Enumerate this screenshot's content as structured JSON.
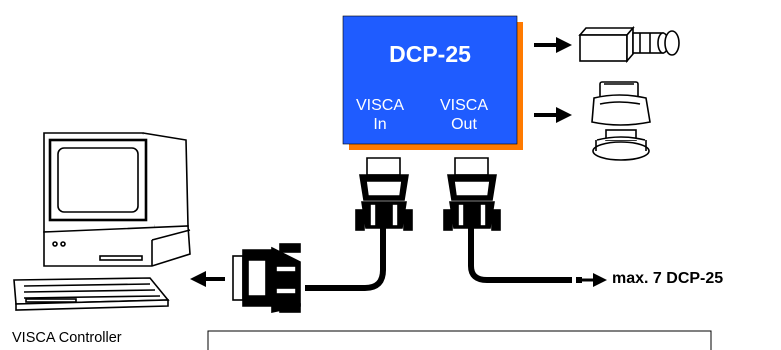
{
  "device": {
    "name": "DCP-25",
    "port_in": "VISCA\nIn",
    "port_out": "VISCA\nOut"
  },
  "chain_label": "max. 7 DCP-25",
  "controller_label": "VISCA Controller",
  "colors": {
    "device_fill": "#1f5cff",
    "device_shadow": "#ff7a00",
    "line": "#000000"
  },
  "icons": [
    "video-camera-icon",
    "pan-tilt-camera-icon",
    "computer-icon",
    "serial-connector-icon"
  ]
}
